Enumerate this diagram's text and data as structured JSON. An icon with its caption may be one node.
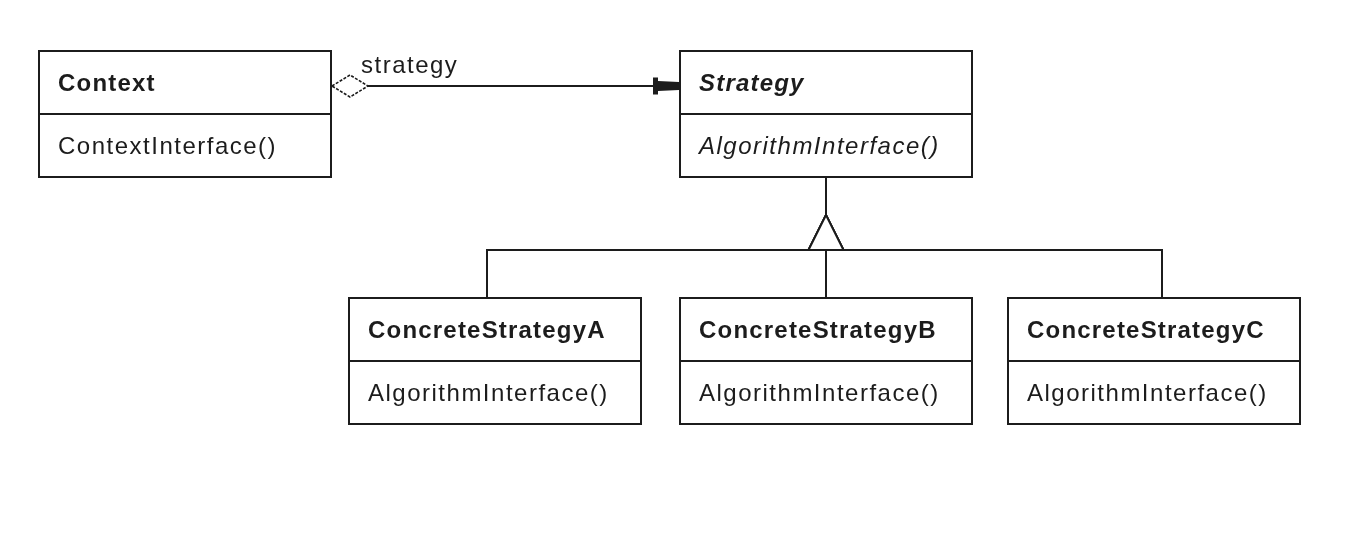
{
  "diagram": {
    "nodes": [
      {
        "text": [
          "Context",
          "ContextInterface()"
        ]
      },
      {
        "text": [
          "Strategy",
          "AlgorithmInterface()"
        ]
      },
      {
        "text": [
          "ConcreteStrategyA",
          "AlgorithmInterface()"
        ]
      },
      {
        "text": [
          "ConcreteStrategyB",
          "AlgorithmInterface()"
        ]
      },
      {
        "text": [
          "ConcreteStrategyC",
          "AlgorithmInterface()"
        ]
      }
    ],
    "edges": [
      {
        "from": 0,
        "to": 1,
        "arrow": "to",
        "label": "strategy"
      },
      {
        "from": 2,
        "to": 1,
        "arrow": "to"
      },
      {
        "from": 3,
        "to": 1,
        "arrow": "to"
      },
      {
        "from": 4,
        "to": 1,
        "arrow": "to"
      }
    ]
  }
}
